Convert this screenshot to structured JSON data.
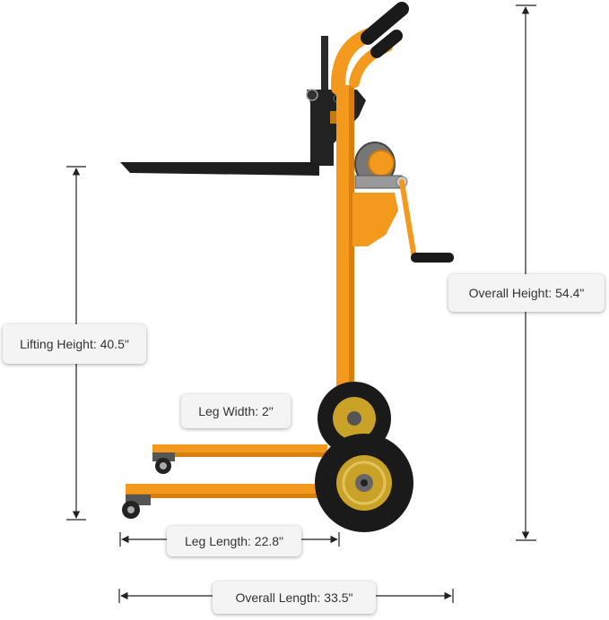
{
  "dimensions": {
    "overall_height": "Overall Height: 54.4\"",
    "lifting_height": "Lifting Height: 40.5\"",
    "leg_width": "Leg Width: 2\"",
    "leg_length": "Leg Length: 22.8\"",
    "overall_length": "Overall Length: 33.5\""
  },
  "colors": {
    "frame": "#f39a1e",
    "frame_shade": "#d97f0d",
    "fork": "#1e1e1e",
    "tire": "#1a1a1a",
    "hub": "#c9a227",
    "line": "#222222"
  }
}
